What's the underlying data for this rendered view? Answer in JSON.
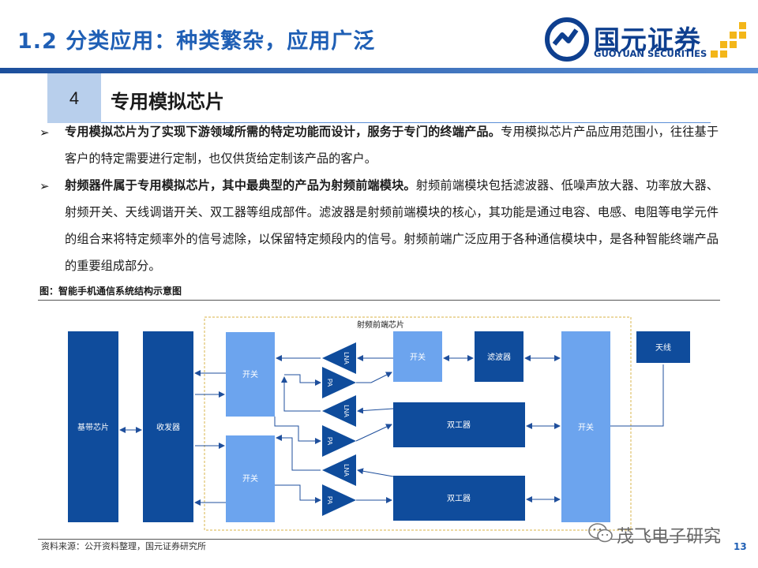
{
  "header": {
    "title": "1.2 分类应用：种类繁杂，应用广泛",
    "logo_cn": "国元证券",
    "logo_en": "GUOYUAN SECURITIES"
  },
  "section": {
    "number": "4",
    "title": "专用模拟芯片"
  },
  "paragraphs": [
    {
      "bold": "专用模拟芯片为了实现下游领域所需的特定功能而设计，服务于专门的终端产品。",
      "text": "专用模拟芯片产品应用范围小，往往基于客户的特定需要进行定制，也仅供货给定制该产品的客户。"
    },
    {
      "bold": "射频器件属于专用模拟芯片，其中最典型的产品为射频前端模块。",
      "text": "射频前端模块包括滤波器、低噪声放大器、功率放大器、射频开关、天线调谐开关、双工器等组成部件。滤波器是射频前端模块的核心，其功能是通过电容、电感、电阻等电学元件的组合来将特定频率外的信号滤除，以保留特定频段内的信号。射频前端广泛应用于各种通信模块中，是各种智能终端产品的重要组成部分。"
    }
  ],
  "figure": {
    "caption": "图：智能手机通信系统结构示意图",
    "labels": {
      "baseband": "基带芯片",
      "transceiver": "收发器",
      "switch1": "开关",
      "switch2": "开关",
      "rf_frontend": "射频前端芯片",
      "switch3": "开关",
      "filter": "滤波器",
      "duplexer1": "双工器",
      "duplexer2": "双工器",
      "switch4": "开关",
      "antenna": "天线",
      "lna": "LNA",
      "pa": "PA"
    },
    "colors": {
      "dark_blue": "#0f4c9c",
      "light_blue": "#6ca4ee",
      "dashed_border": "#e0c26a"
    }
  },
  "footer": {
    "source": "资料来源：公开资料整理，国元证券研究所",
    "watermark": "茂飞电子研究",
    "page": "13"
  }
}
